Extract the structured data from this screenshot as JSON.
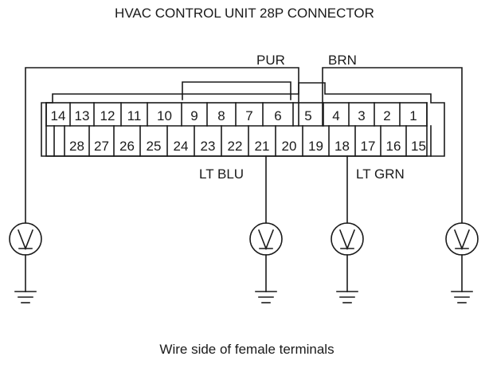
{
  "title": "HVAC CONTROL UNIT 28P CONNECTOR",
  "caption": "Wire side of female terminals",
  "connector": {
    "top_row": [
      "14",
      "13",
      "12",
      "11",
      "10",
      "9",
      "8",
      "7",
      "6",
      "5",
      "4",
      "3",
      "2",
      "1"
    ],
    "bottom_row": [
      "",
      "28",
      "27",
      "26",
      "25",
      "24",
      "23",
      "22",
      "21",
      "20",
      "19",
      "18",
      "17",
      "16",
      "15"
    ]
  },
  "wire_labels": {
    "pur": "PUR",
    "brn": "BRN",
    "lt_blu": "LT BLU",
    "lt_grn": "LT GRN"
  },
  "meter_symbol": "V",
  "colors": {
    "line": "#1a1a1a",
    "background": "#ffffff"
  }
}
